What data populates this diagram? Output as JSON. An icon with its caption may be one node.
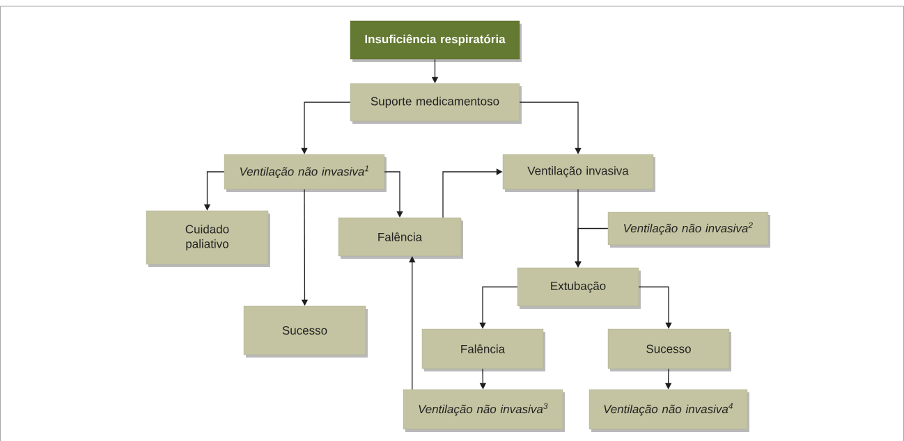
{
  "diagram": {
    "nodes": [
      {
        "text": [
          "Insuficiência respiratória"
        ]
      },
      {
        "text": [
          "Suporte medicamentoso"
        ]
      },
      {
        "text": [
          "Ventilação não invasiva$^{1}$"
        ]
      },
      {
        "text": [
          "Ventilação invasiva"
        ]
      },
      {
        "text": [
          "Cuidado paliativo"
        ]
      },
      {
        "text": [
          "Falência"
        ]
      },
      {
        "text": [
          "Ventilação não invasiva$^{2}$"
        ]
      },
      {
        "text": [
          "Sucesso"
        ]
      },
      {
        "text": [
          "Extubação"
        ]
      },
      {
        "text": [
          "Falência"
        ]
      },
      {
        "text": [
          "Sucesso"
        ]
      },
      {
        "text": [
          "Ventilação não invasiva$^{3}$"
        ]
      },
      {
        "text": [
          "Ventilação não invasiva$^{4}$"
        ]
      }
    ],
    "edges": [
      {
        "from": 0,
        "to": 1,
        "arrow": "to"
      },
      {
        "from": 1,
        "to": 2,
        "arrow": "to"
      },
      {
        "from": 1,
        "to": 3,
        "arrow": "to"
      },
      {
        "from": 2,
        "to": 4,
        "arrow": "to"
      },
      {
        "from": 2,
        "to": 7,
        "arrow": "to"
      },
      {
        "from": 2,
        "to": 5,
        "arrow": "to"
      },
      {
        "from": 5,
        "to": 3,
        "arrow": "to"
      },
      {
        "from": 3,
        "to": 8,
        "arrow": "to"
      },
      {
        "from": 6,
        "to": 8,
        "arrow": "to"
      },
      {
        "from": 8,
        "to": 9,
        "arrow": "to"
      },
      {
        "from": 8,
        "to": 10,
        "arrow": "to"
      },
      {
        "from": 9,
        "to": 11,
        "arrow": "to"
      },
      {
        "from": 10,
        "to": 12,
        "arrow": "to"
      },
      {
        "from": 11,
        "to": 5,
        "arrow": "to"
      }
    ]
  }
}
